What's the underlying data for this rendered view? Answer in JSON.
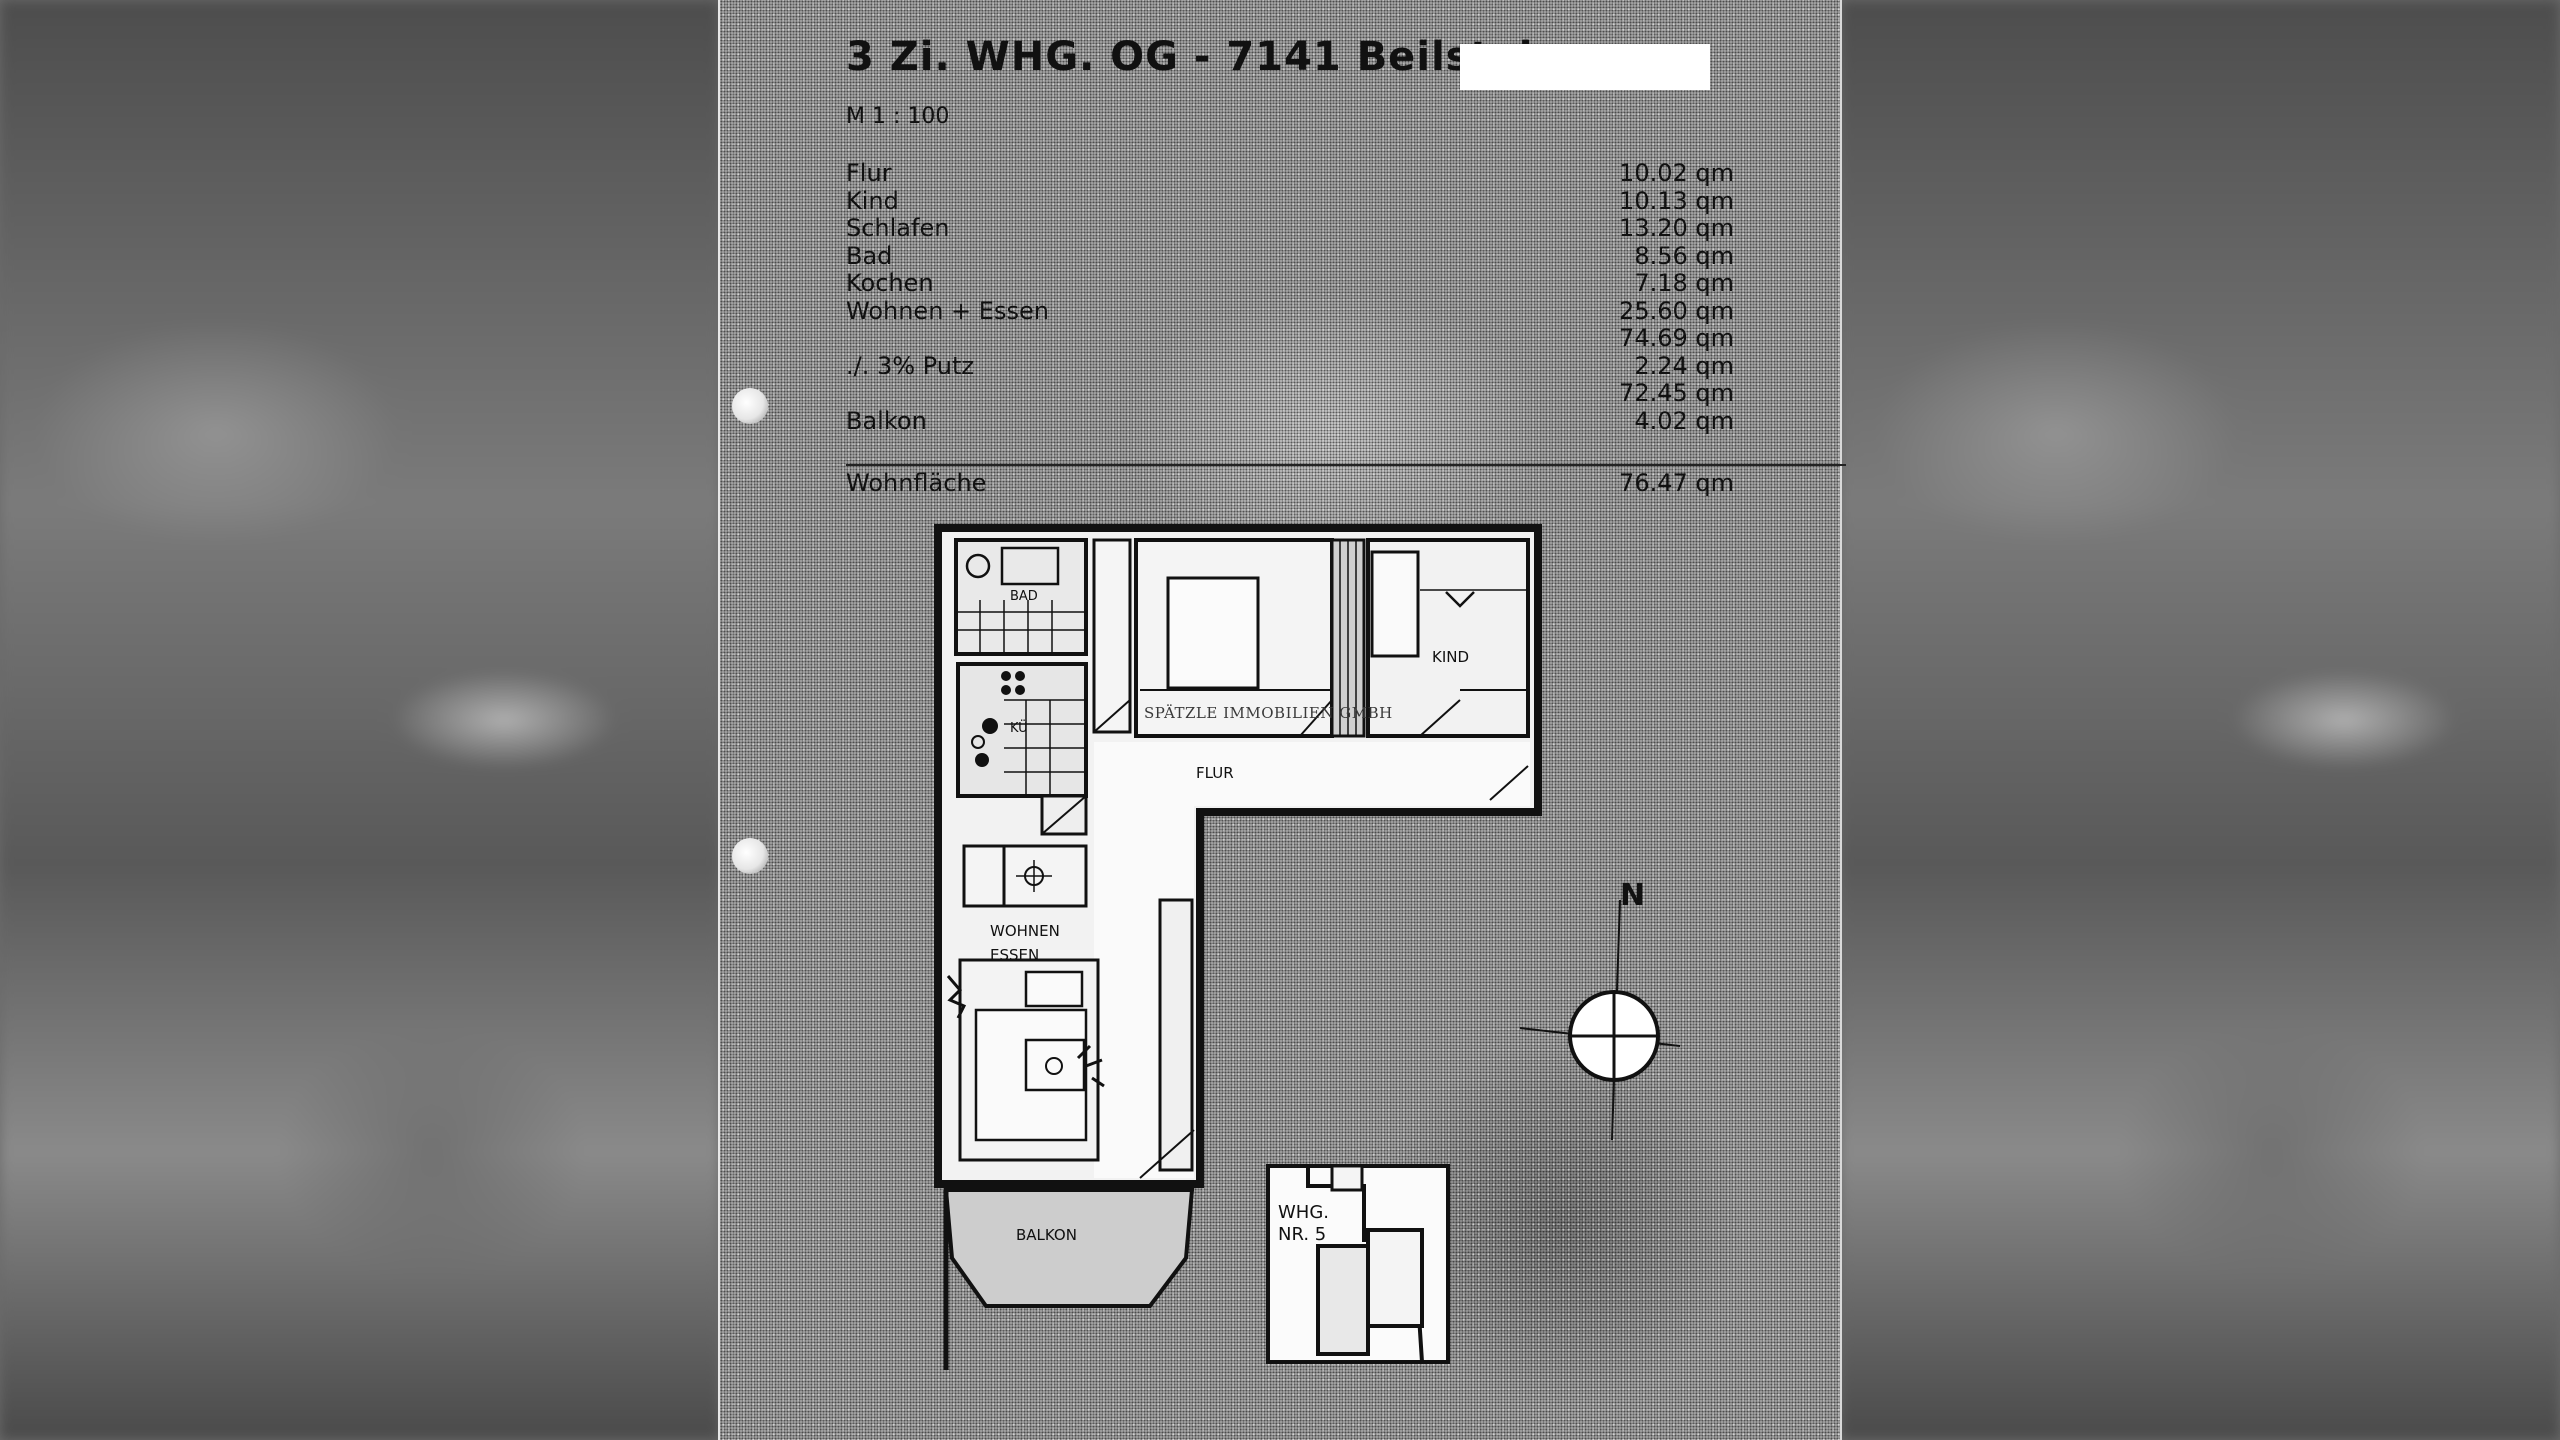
{
  "document": {
    "title": "3 Zi. WHG. OG - 7141 Beilstein,",
    "scale": "M 1 : 100",
    "rooms": [
      {
        "label": "Flur",
        "value": "10.02 qm"
      },
      {
        "label": "Kind",
        "value": "10.13 qm"
      },
      {
        "label": "Schlafen",
        "value": "13.20 qm"
      },
      {
        "label": "Bad",
        "value": "8.56 qm"
      },
      {
        "label": "Kochen",
        "value": "7.18 qm"
      },
      {
        "label": "Wohnen + Essen",
        "value": "25.60 qm"
      },
      {
        "label": "",
        "value": "74.69 qm"
      },
      {
        "label": "./. 3% Putz",
        "value": "2.24 qm"
      },
      {
        "label": "",
        "value": "72.45 qm"
      },
      {
        "label": "Balkon",
        "value": "4.02 qm"
      }
    ],
    "total": {
      "label": "Wohnfläche",
      "value": "76.47 qm"
    }
  },
  "plan_labels": {
    "bad": "BAD",
    "kueche": "KÜ",
    "kind": "KIND",
    "flur": "FLUR",
    "wohnen": "WOHNEN",
    "essen": "ESSEN",
    "balkon": "BALKON",
    "whg": "WHG.",
    "nr": "NR. 5",
    "north": "N"
  },
  "watermark": "SPÄTZLE IMMOBILIEN GMBH"
}
